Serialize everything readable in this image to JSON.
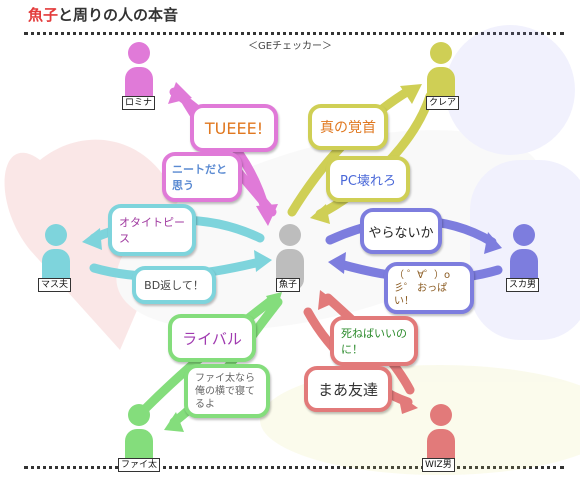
{
  "page_title_highlight": "魚子",
  "page_title_rest": "と周りの人の本音",
  "subtitle": "＜GEチェッカー＞",
  "characters": {
    "center": "魚子",
    "romina": "ロミナ",
    "clair": "クレア",
    "masuo": "マス夫",
    "sukao": "スカ男",
    "faita": "ファイ太",
    "wizo": "WIZ男"
  },
  "bubbles": {
    "tueee": "TUEEE!",
    "neet": "ニートだと思う",
    "shinkaku": "真の覚首",
    "pc": "PC壊れろ",
    "otaku": "オタイトピース",
    "bd": "BD返して！",
    "yaranai": "やらないか",
    "oppai": "（ ゜∀゜）o彡゜ おっぱい！",
    "rival": "ライバル",
    "faita_says": "ファイ太なら俺の横で寝てるよ",
    "shine": "死ねばいいのに！",
    "maa": "まあ友達"
  },
  "colors": {
    "pink": "#e07ad8",
    "yellow": "#cfcf55",
    "cyan": "#7ed4dc",
    "blue": "#7d7dde",
    "green": "#84dd7c",
    "red": "#e27a7a",
    "gray": "#bdbdbd"
  }
}
